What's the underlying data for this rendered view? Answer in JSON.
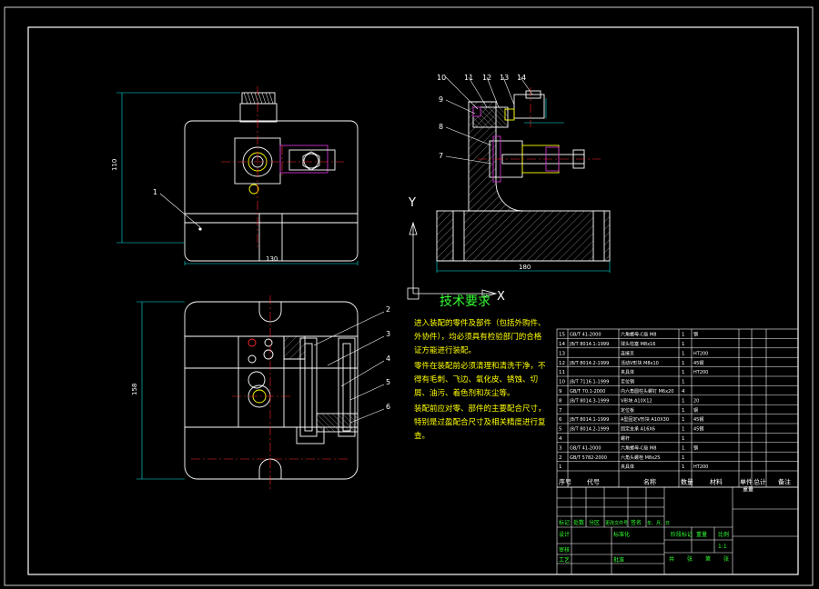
{
  "colors": {
    "background": "#000000",
    "line": "#ffffff",
    "centerline": "#ff2a2a",
    "dimension": "#00e5e5",
    "leader": "#ffffff",
    "part_highlight": "#cc33cc",
    "yellow_line": "#ffff00",
    "notes_text": "#ffff00",
    "title_green": "#33ff33",
    "hatch": "#cccccc"
  },
  "icons": [
    "ucs-axis-icon"
  ],
  "views": {
    "top_view": {
      "dim_width": "130",
      "dim_height": "110",
      "balloon": "1"
    },
    "side_view": {
      "dim_width": "180",
      "balloons": [
        "10",
        "11",
        "12",
        "13",
        "14",
        "9",
        "8",
        "7"
      ]
    },
    "bottom_view": {
      "dim_height": "158",
      "balloons": [
        "2",
        "3",
        "4",
        "5",
        "6"
      ]
    }
  },
  "ucs": {
    "y_label": "Y",
    "x_label": "X"
  },
  "tech_requirements": {
    "title": "技术要求",
    "lines": [
      "进入装配的零件及部件（包括外购件、",
      "外协件），均必须具有检验部门的合格",
      "证方能进行装配。",
      "零件在装配前必须清理和清洗干净，不",
      "得有毛刺、飞边、氧化皮、锈蚀、切",
      "屑、油污、着色剂和灰尘等。",
      "装配前应对零、部件的主要配合尺寸，",
      "特别是过盈配合尺寸及相关精度进行复",
      "查。"
    ]
  },
  "bom": {
    "rows": [
      {
        "no": "15",
        "code": "GB/T 41-2000",
        "name": "六角螺母-C级 M8",
        "qty": "1",
        "material": "钢",
        "note": ""
      },
      {
        "no": "14",
        "code": "JB/T 8014.1-1999",
        "name": "球头柱塞 M8x16",
        "qty": "1",
        "material": "",
        "note": ""
      },
      {
        "no": "13",
        "code": "",
        "name": "连接叉",
        "qty": "1",
        "material": "HT200",
        "note": ""
      },
      {
        "no": "12",
        "code": "JB/T 8014.2-1999",
        "name": "活动V形块 M8x10",
        "qty": "1",
        "material": "45钢",
        "note": ""
      },
      {
        "no": "11",
        "code": "",
        "name": "夹具体",
        "qty": "1",
        "material": "HT200",
        "note": ""
      },
      {
        "no": "10",
        "code": "JB/T 7116.1-1999",
        "name": "定位销",
        "qty": "1",
        "material": "",
        "note": ""
      },
      {
        "no": "9",
        "code": "GB/T 70.1-2000",
        "name": "内六角圆柱头螺钉 M6x20",
        "qty": "4",
        "material": "",
        "note": ""
      },
      {
        "no": "8",
        "code": "JB/T 8014.3-1999",
        "name": "V形块 A10X12",
        "qty": "1",
        "material": "20",
        "note": ""
      },
      {
        "no": "7",
        "code": "",
        "name": "定位板",
        "qty": "1",
        "material": "钢",
        "note": ""
      },
      {
        "no": "6",
        "code": "JB/T 8014.1-1999",
        "name": "A型固定V形块 A10X30",
        "qty": "1",
        "material": "45钢",
        "note": ""
      },
      {
        "no": "5",
        "code": "JB/T 8014.2-1999",
        "name": "固定支承 A16X6",
        "qty": "1",
        "material": "45钢",
        "note": ""
      },
      {
        "no": "4",
        "code": "",
        "name": "螺杆",
        "qty": "1",
        "material": "",
        "note": ""
      },
      {
        "no": "3",
        "code": "GB/T 41-2000",
        "name": "六角螺母-C级 M8",
        "qty": "1",
        "material": "钢",
        "note": ""
      },
      {
        "no": "2",
        "code": "GB/T 5782-2000",
        "name": "六角头螺栓 M8x25",
        "qty": "1",
        "material": "",
        "note": ""
      },
      {
        "no": "1",
        "code": "",
        "name": "夹具体",
        "qty": "1",
        "material": "HT200",
        "note": ""
      }
    ],
    "header": {
      "no": "序号",
      "code": "代号",
      "name": "名称",
      "qty": "数量",
      "material": "材料",
      "unit_weight": "单件",
      "total_weight": "总计",
      "weight": "重量",
      "note": "备注"
    }
  },
  "title_block": {
    "mark": "标记",
    "count": "处数",
    "zone": "分区",
    "change_doc": "更改文件号",
    "sign": "签名",
    "date": "年、月、日",
    "design": "设计",
    "standardize": "标准化",
    "review": "审核",
    "process": "工艺",
    "approve": "批准",
    "stage_mark": "阶段标记",
    "weight": "重量",
    "scale": "比例",
    "scale_value": "1:1",
    "total": "共",
    "sheets": "张",
    "page": "第",
    "sheet": "张"
  }
}
